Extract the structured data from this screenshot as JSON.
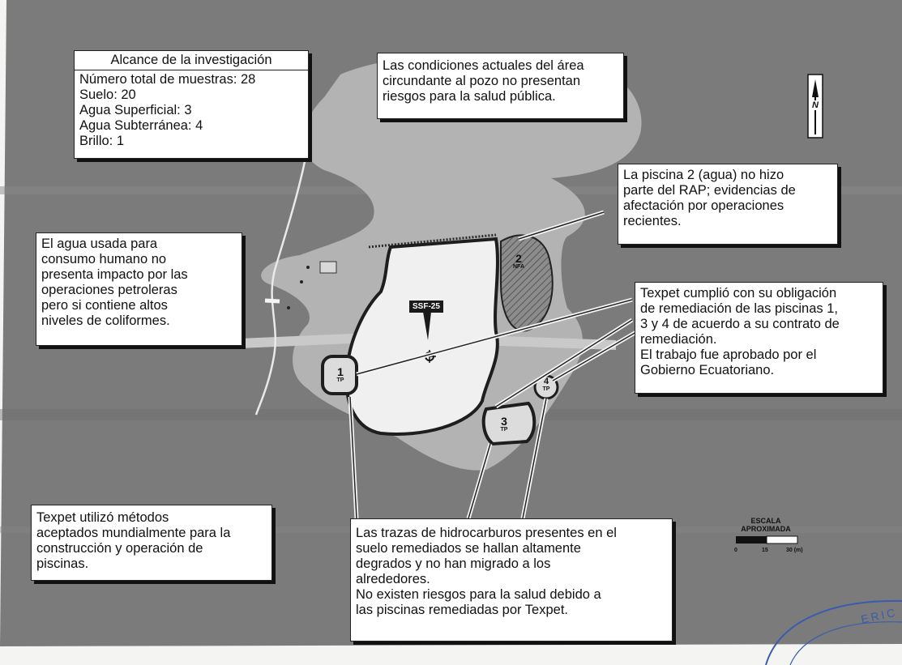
{
  "scope_box": {
    "title": "Alcance de la investigación",
    "lines": [
      "Número total de muestras: 28",
      "Suelo: 20",
      "Agua Superficial: 3",
      "Agua Subterránea: 4",
      "Brillo: 1"
    ]
  },
  "callouts": {
    "area_conditions": [
      "Las condiciones actuales del área",
      "circundante al pozo no presentan",
      "riesgos para la salud pública."
    ],
    "pit2_note": [
      "La piscina 2 (agua) no hizo",
      "parte del RAP;  evidencias de",
      "afectación por operaciones",
      "recientes."
    ],
    "water_use": [
      "El agua usada para",
      "consumo humano no",
      "presenta impacto por las",
      "operaciones petroleras",
      "pero si contiene altos",
      "niveles de coliformes."
    ],
    "texpet_obligation": [
      "Texpet cumplió con su obligación",
      "de remediación de las piscinas 1,",
      "3 y 4 de acuerdo a su contrato de",
      "remediación.",
      "El trabajo fue aprobado por el",
      "Gobierno Ecuatoriano."
    ],
    "methods": [
      "Texpet utilizó métodos",
      "aceptados mundialmente para la",
      "construcción y operación de",
      "piscinas."
    ],
    "hydrocarbons": [
      "Las trazas de hidrocarburos presentes en el",
      "suelo remediados se hallan altamente",
      "degrados y no han migrado a los",
      "alrededores.",
      "No existen riesgos para la salud debido a",
      "las piscinas remediadas por Texpet."
    ]
  },
  "map": {
    "well_label": "SSF-25",
    "pits": [
      {
        "number": "1",
        "sub": "TP"
      },
      {
        "number": "2",
        "sub": "NFA"
      },
      {
        "number": "3",
        "sub": "TP"
      },
      {
        "number": "4",
        "sub": "TP"
      }
    ],
    "north_label": "N",
    "scale": {
      "title_line1": "ESCALA",
      "title_line2": "APROXIMADA",
      "ticks": [
        "0",
        "15",
        "30 (m)"
      ]
    },
    "stamp_text": "ERIC"
  },
  "colors": {
    "background": "#7a7a7a",
    "clearing": "#b4b4b4",
    "platform": "#f1f1f1",
    "pit2_fill": "#8a8a8a",
    "stamp": "#3a5cae"
  }
}
